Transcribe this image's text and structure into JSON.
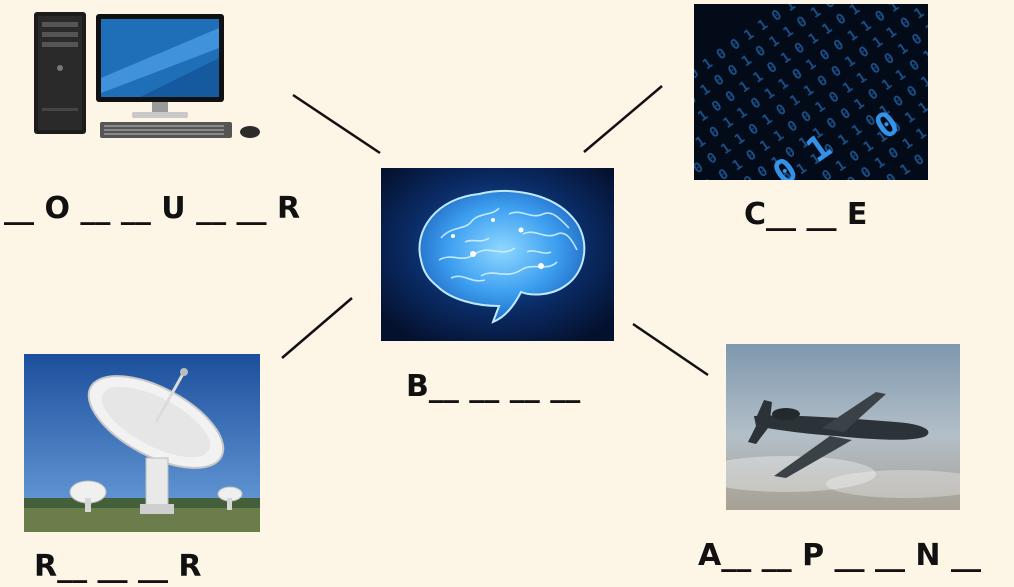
{
  "worksheet": {
    "center": {
      "icon": "brain-icon",
      "word_blanks": "B__ __ __ __"
    },
    "items": [
      {
        "icon": "desktop-computer-icon",
        "word_blanks": "__ O __ __ U __ __ R"
      },
      {
        "icon": "binary-code-icon",
        "word_blanks": "C__ __ E"
      },
      {
        "icon": "radar-dish-icon",
        "word_blanks": "R__ __ __ R"
      },
      {
        "icon": "drone-airplane-icon",
        "word_blanks": "A__ __ P __ __ N __"
      }
    ]
  },
  "colors": {
    "background": "#fdf6e6",
    "text": "#111111",
    "line": "#111111"
  }
}
